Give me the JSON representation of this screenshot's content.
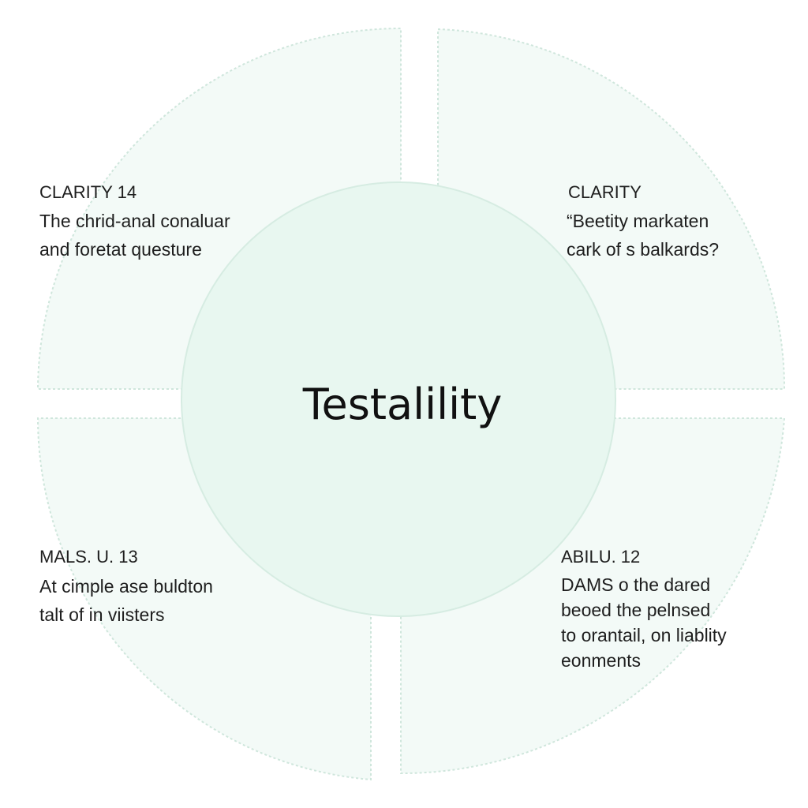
{
  "center": {
    "title": "Testalility"
  },
  "quadrants": {
    "top_left": {
      "heading": "CLARITY 14",
      "lines": [
        "The chrid-anal conaluar",
        "and foretat questure"
      ]
    },
    "top_right": {
      "heading": "CLARITY",
      "lines": [
        "“Beetity markaten",
        "cark of s balkards?"
      ]
    },
    "bottom_left": {
      "heading": "MALS. U. 13",
      "lines": [
        "At cimple ase buldton",
        "talt of in viisters"
      ]
    },
    "bottom_right": {
      "heading": "ABILU. 12",
      "lines": [
        "DAMS o the dared",
        "beoed the pelnsed",
        "to orantail, on liablity",
        "eonments"
      ]
    }
  },
  "colors": {
    "quadrant_fill": "#f3faf7",
    "quadrant_stroke": "#cfe6dc",
    "center_fill": "#e8f7f0",
    "center_stroke": "#d6ece2",
    "text": "#1e1e1e"
  }
}
